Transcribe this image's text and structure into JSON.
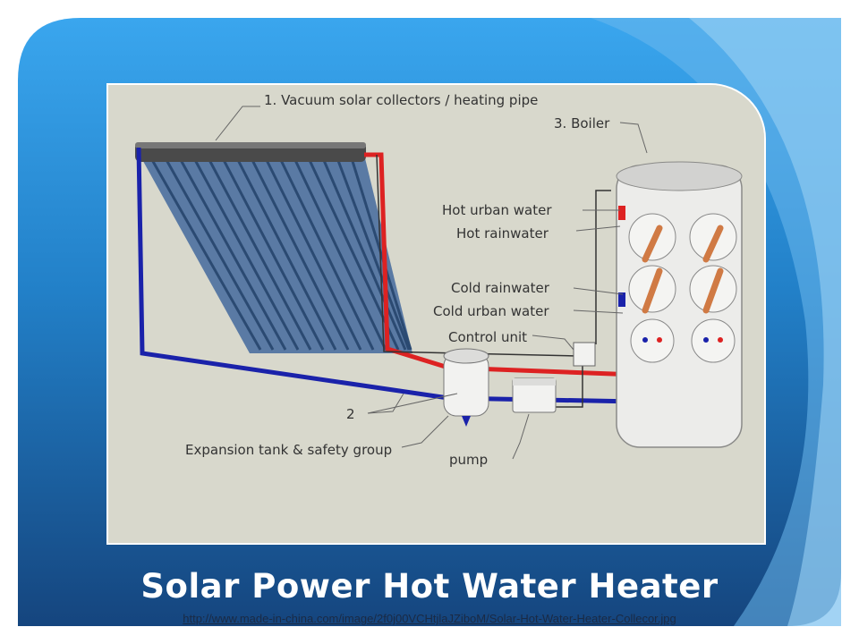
{
  "slide": {
    "title": "Solar Power Hot Water Heater",
    "source_url": "http://www.made-in-china.com/image/2f0j00VCHtjlaJZiboM/Solar-Hot-Water-Heater-Collecor.jpg"
  },
  "diagram": {
    "labels": {
      "collectors": "1. Vacuum solar collectors / heating pipe",
      "boiler": "3. Boiler",
      "hot_urban_water": "Hot urban water",
      "hot_rainwater": "Hot rainwater",
      "cold_rainwater": "Cold rainwater",
      "cold_urban_water": "Cold urban water",
      "control_unit": "Control unit",
      "group_number": "2",
      "expansion_tank": "Expansion tank & safety group",
      "pump": "pump"
    }
  },
  "colors": {
    "hot_pipe": "#dd2222",
    "cold_pipe": "#1a22aa",
    "diagram_bg": "#d8d8cc",
    "slide_blue": "#2a8fd6"
  }
}
